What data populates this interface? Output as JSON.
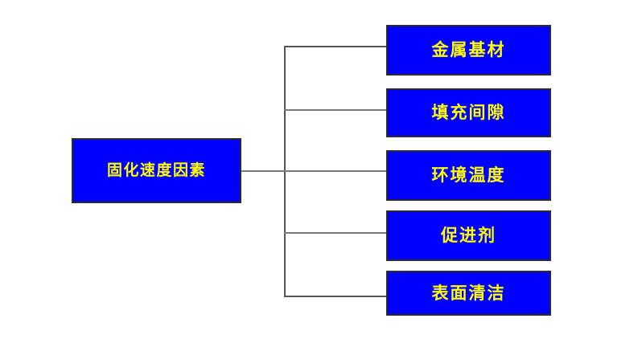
{
  "diagram": {
    "type": "tree-diagram",
    "orientation": "left-to-right",
    "background_color": "#ffffff",
    "box_fill_color": "#0000ff",
    "box_text_color": "#ffff00",
    "box_border_color": "#2b2b2b",
    "connector_color": "#7a7a7a",
    "root": {
      "label": "固化速度因素"
    },
    "branches": [
      {
        "label": "金属基材"
      },
      {
        "label": "填充间隙"
      },
      {
        "label": "环境温度"
      },
      {
        "label": "促进剂"
      },
      {
        "label": "表面清洁"
      }
    ]
  }
}
